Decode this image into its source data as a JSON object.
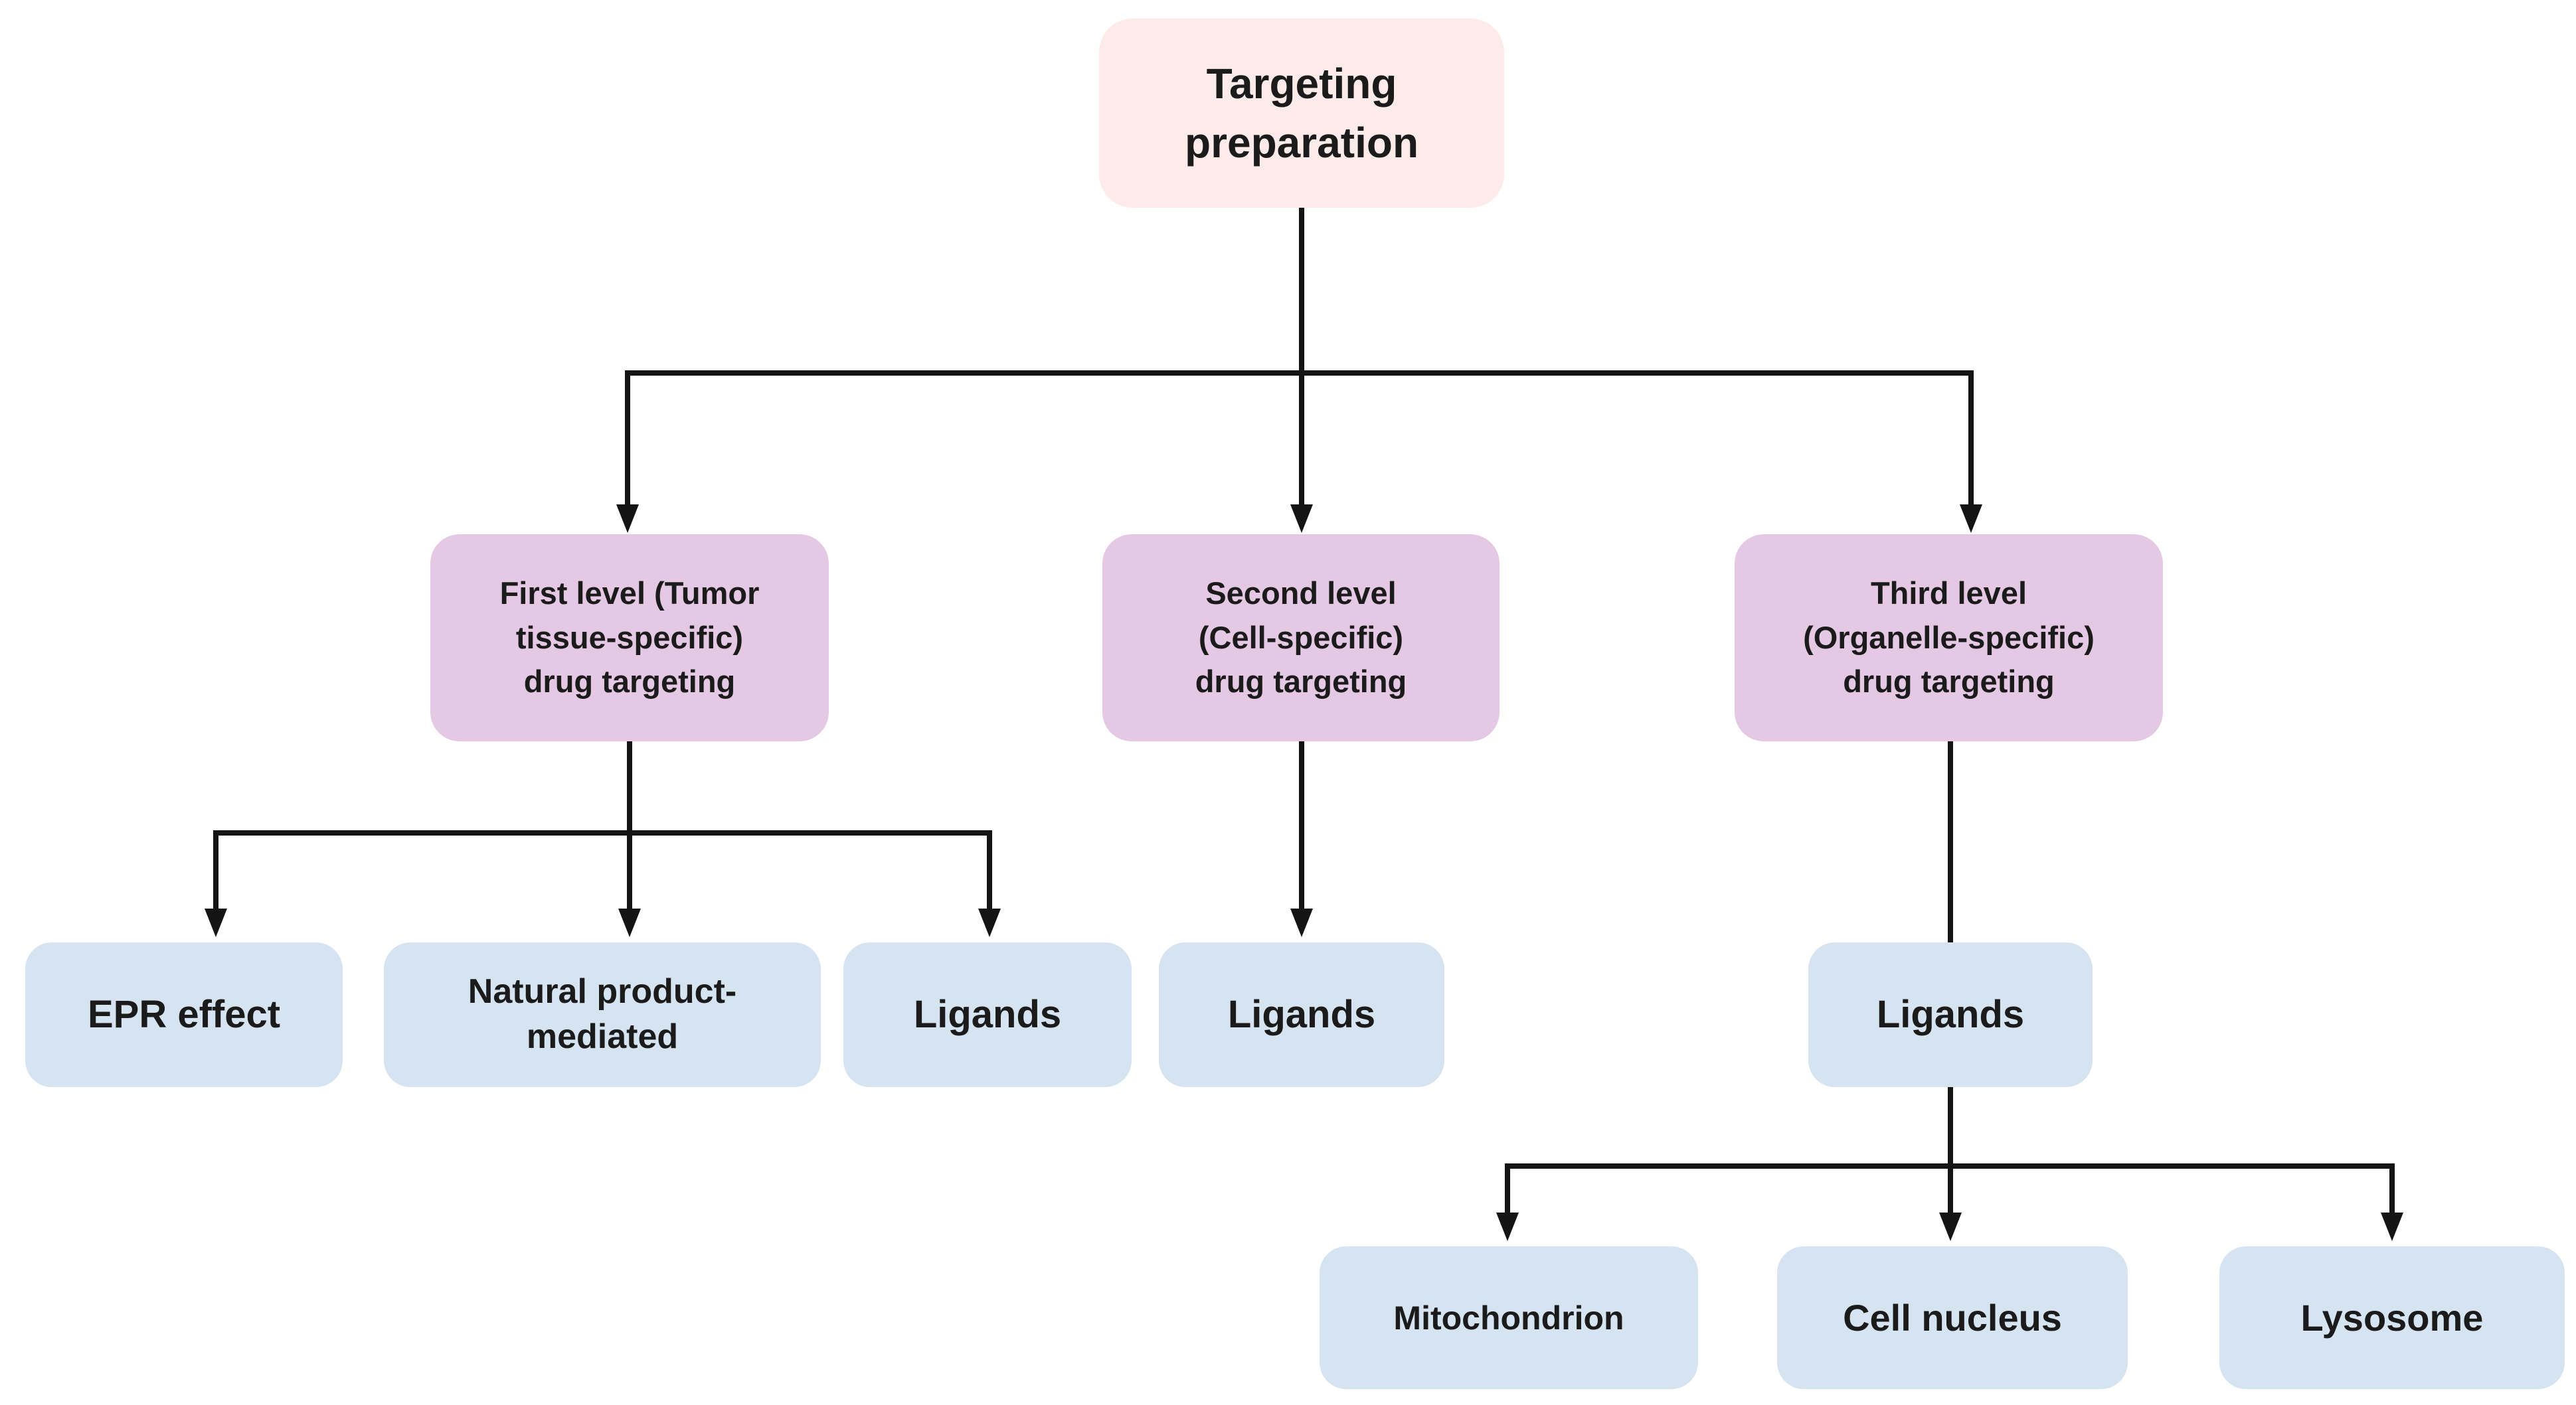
{
  "page": {
    "background": "#ffffff"
  },
  "palette": {
    "root_fill": "#fcebe9",
    "branch_fill": "#e5c8e3",
    "leaf_fill": "#d6e3f1",
    "line": "#141414",
    "text": "#1b1b1b"
  },
  "nodes": {
    "root": {
      "label": "Targeting preparation",
      "lines": [
        "Targeting",
        "preparation"
      ]
    },
    "first_level": {
      "label": "First level (Tumor tissue-specific) drug targeting",
      "lines": [
        "First level (Tumor",
        "tissue-specific)",
        "drug targeting"
      ]
    },
    "second_level": {
      "label": "Second level (Cell-specific) drug targeting",
      "lines": [
        "Second level",
        "(Cell-specific)",
        "drug targeting"
      ]
    },
    "third_level": {
      "label": "Third level (Organelle-specific) drug targeting",
      "lines": [
        "Third level",
        "(Organelle-specific)",
        "drug targeting"
      ]
    },
    "epr": {
      "label": "EPR effect",
      "lines": [
        "EPR effect"
      ]
    },
    "natural": {
      "label": "Natural product-mediated",
      "lines": [
        "Natural product-",
        "mediated"
      ]
    },
    "ligands_first": {
      "label": "Ligands",
      "lines": [
        "Ligands"
      ]
    },
    "ligands_second": {
      "label": "Ligands",
      "lines": [
        "Ligands"
      ]
    },
    "ligands_third": {
      "label": "Ligands",
      "lines": [
        "Ligands"
      ]
    },
    "mitochondrion": {
      "label": "Mitochondrion",
      "lines": [
        "Mitochondrion"
      ]
    },
    "cell_nucleus": {
      "label": "Cell nucleus",
      "lines": [
        "Cell nucleus"
      ]
    },
    "lysosome": {
      "label": "Lysosome",
      "lines": [
        "Lysosome"
      ]
    }
  },
  "edges": [
    {
      "from": "root",
      "to": "first_level",
      "arrow": true
    },
    {
      "from": "root",
      "to": "second_level",
      "arrow": true
    },
    {
      "from": "root",
      "to": "third_level",
      "arrow": true
    },
    {
      "from": "first_level",
      "to": "epr",
      "arrow": true
    },
    {
      "from": "first_level",
      "to": "natural",
      "arrow": true
    },
    {
      "from": "first_level",
      "to": "ligands_first",
      "arrow": true
    },
    {
      "from": "second_level",
      "to": "ligands_second",
      "arrow": true
    },
    {
      "from": "third_level",
      "to": "ligands_third",
      "arrow": false
    },
    {
      "from": "ligands_third",
      "to": "mitochondrion",
      "arrow": true
    },
    {
      "from": "ligands_third",
      "to": "cell_nucleus",
      "arrow": true
    },
    {
      "from": "ligands_third",
      "to": "lysosome",
      "arrow": true
    }
  ]
}
